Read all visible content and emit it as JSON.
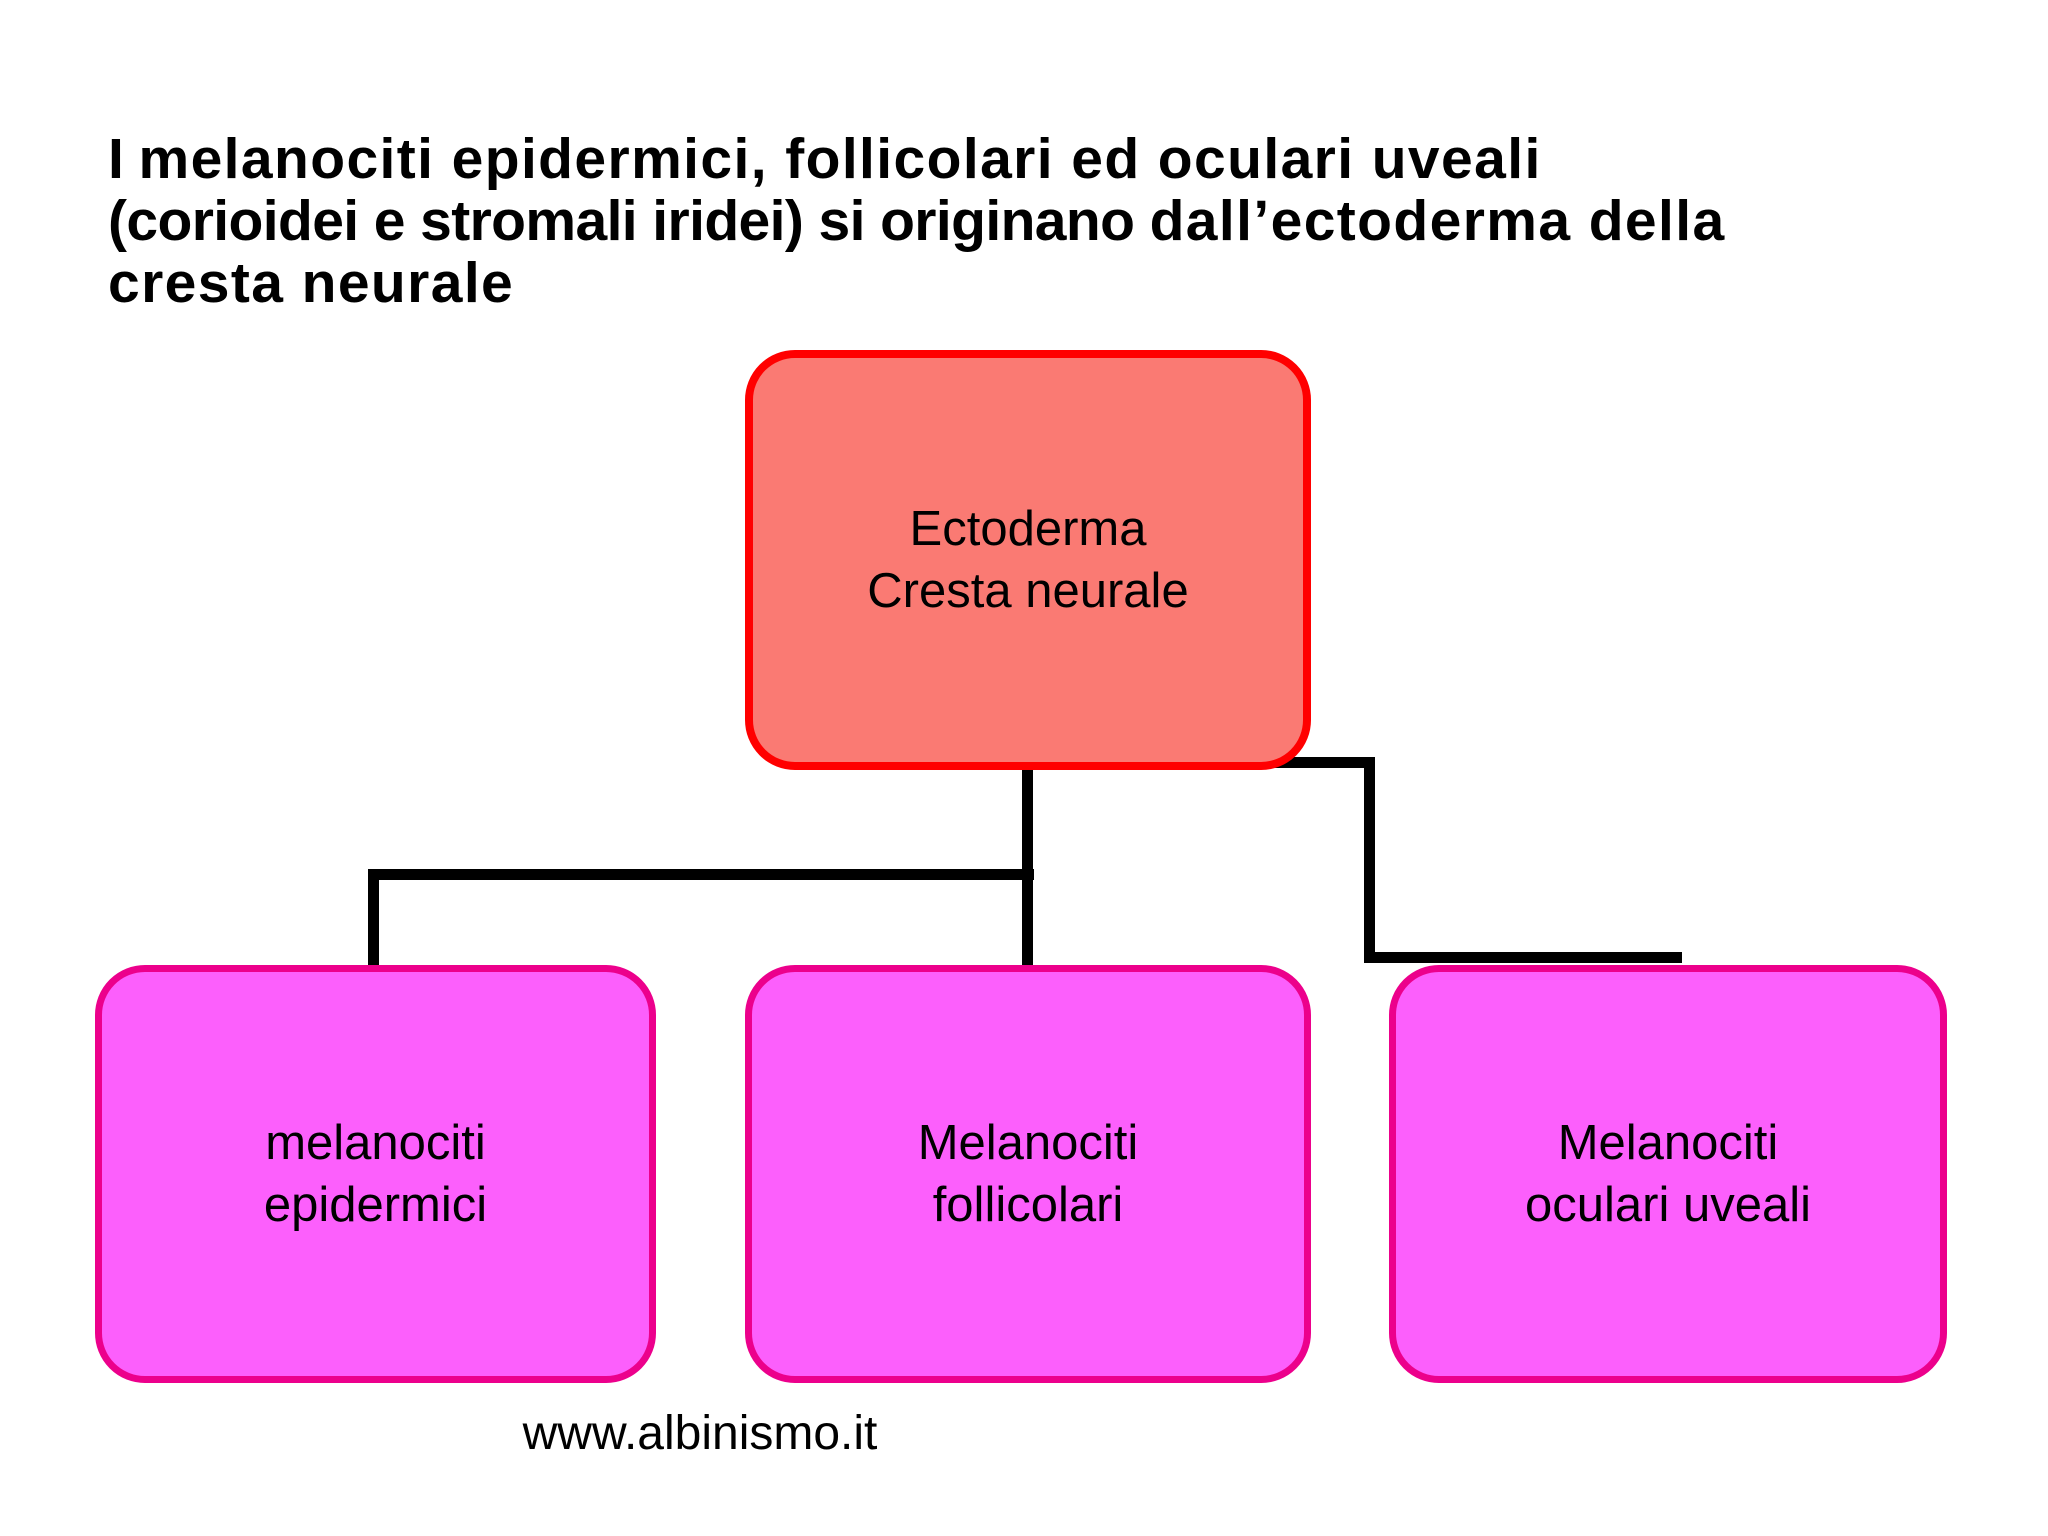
{
  "slide": {
    "background_color": "#ffffff",
    "title": {
      "line1_prefix": "I ",
      "line1_strong": "melanociti epidermici, follicolari ed oculari uveali",
      "line2_normal": "(corioidei e stromali iridei) si originano ",
      "line2_strong": "dall’ectoderma della",
      "line3_strong": "cresta neurale"
    },
    "footer": "www.albinismo.it"
  },
  "diagram": {
    "type": "flowchart",
    "orientation": "top-down",
    "colors": {
      "root_fill": "#FA7A73",
      "root_border": "#FF0000",
      "leaf_fill": "#FC5FFC",
      "leaf_border": "#EC008C",
      "connector": "#000000",
      "text": "#000000"
    },
    "root": {
      "id": "ectoderma-cresta-neurale",
      "label": "Ectoderma\nCresta neurale",
      "line1": "Ectoderma",
      "line2": "Cresta neurale"
    },
    "children": [
      {
        "id": "melanociti-epidermici",
        "label": "melanociti\nepidermici",
        "line1": "melanociti",
        "line2": "epidermici"
      },
      {
        "id": "melanociti-follicolari",
        "label": "Melanociti\nfollicolari",
        "line1": "Melanociti",
        "line2": "follicolari"
      },
      {
        "id": "melanociti-oculari-uveali",
        "label": "Melanociti\noculari uveali",
        "line1": "Melanociti",
        "line2": "oculari uveali"
      }
    ]
  }
}
